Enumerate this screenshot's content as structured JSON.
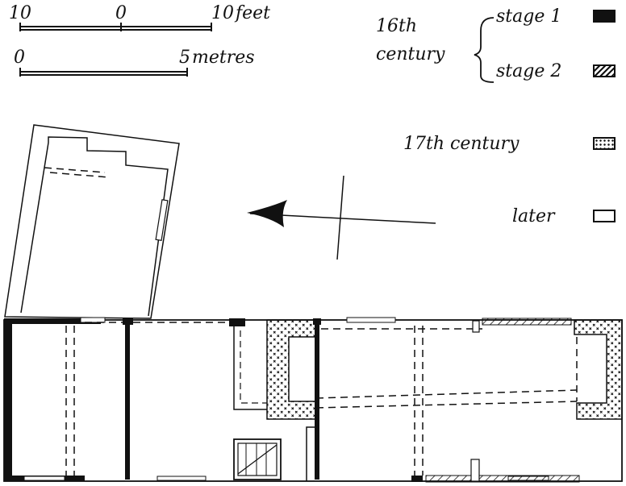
{
  "scale": {
    "feet_left": "10",
    "feet_mid": "0",
    "feet_right": "10",
    "feet_unit": "feet",
    "metres_left": "0",
    "metres_right": "5",
    "metres_unit": "metres"
  },
  "legend": {
    "century16_line1": "16th",
    "century16_line2": "century",
    "stage1": "stage 1",
    "stage2": "stage 2",
    "century17": "17th century",
    "later": "later"
  },
  "colors": {
    "ink": "#111111",
    "paper": "#ffffff"
  }
}
